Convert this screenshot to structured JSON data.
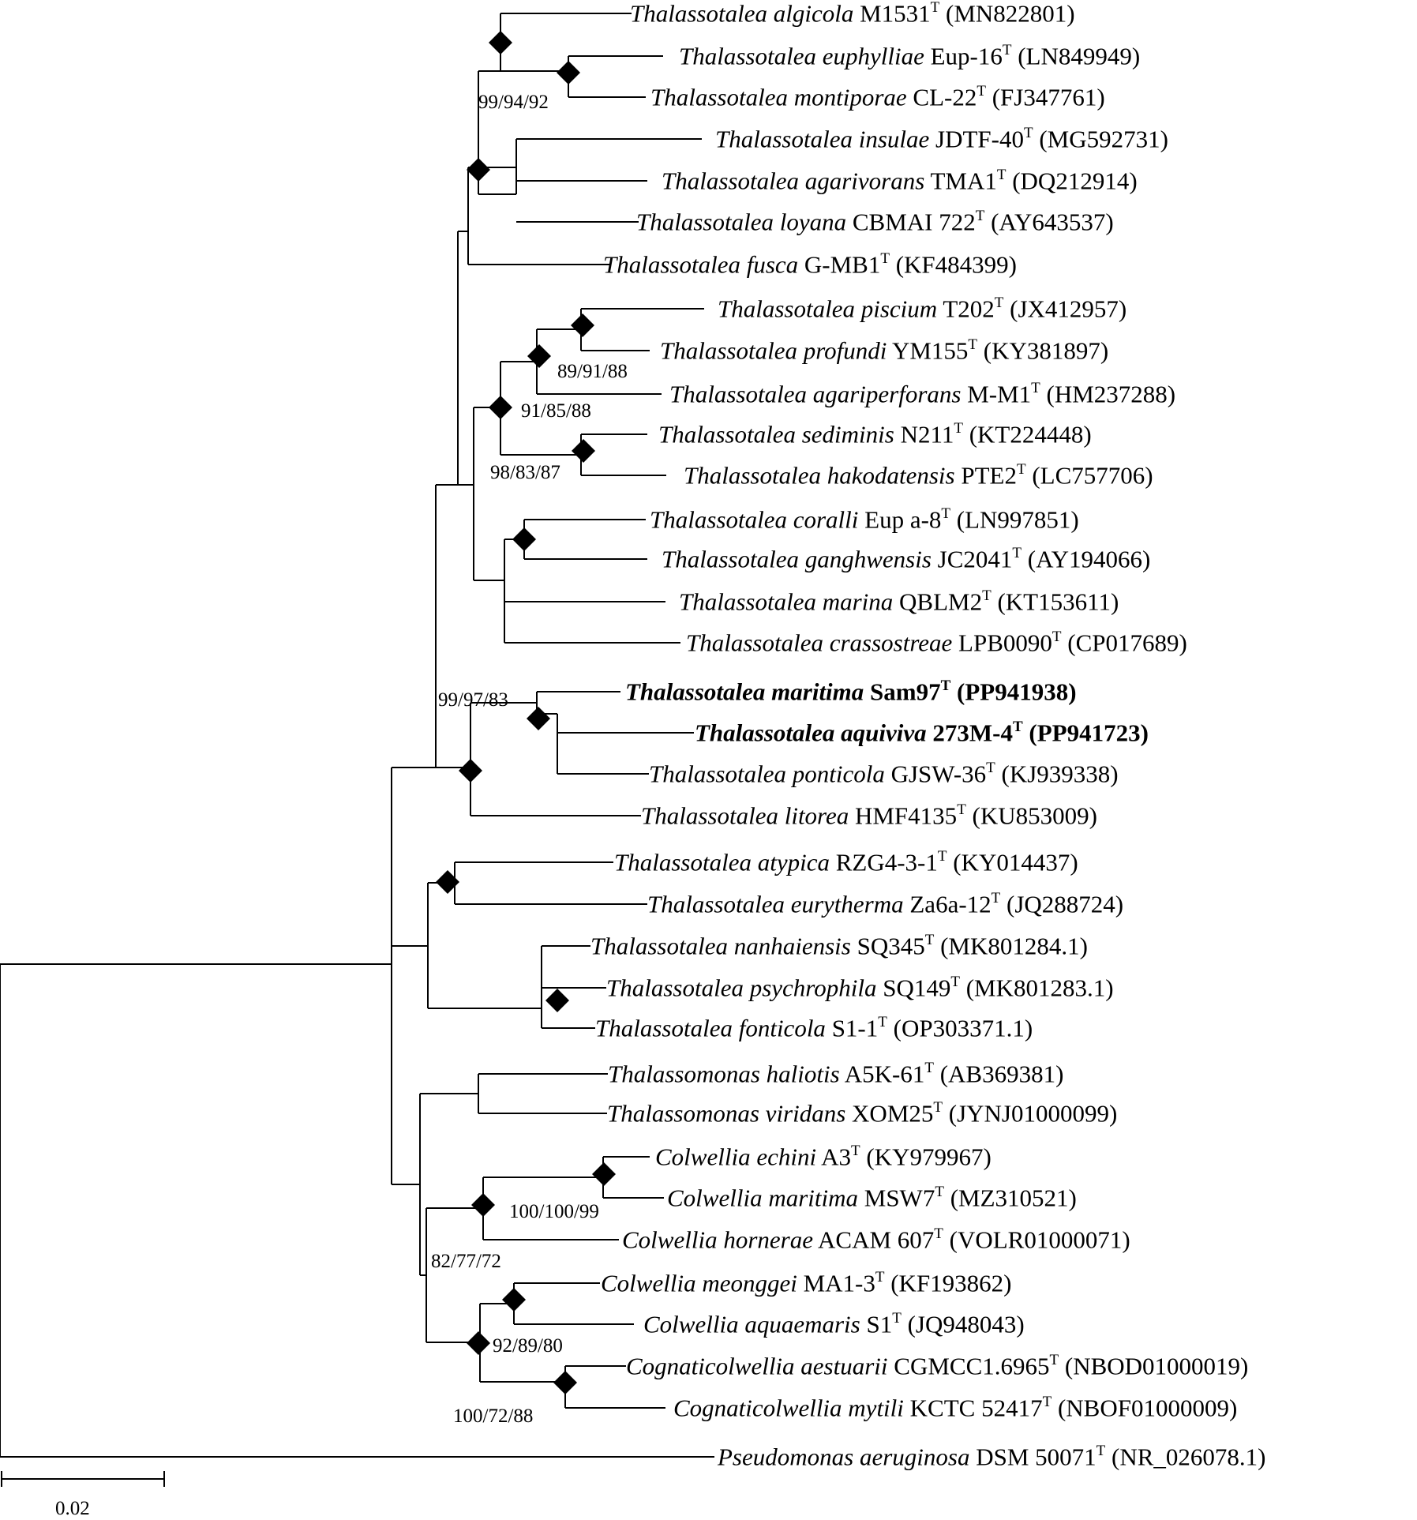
{
  "scale_label": "0.02",
  "leaves": [
    {
      "genus": "Thalassotalea",
      "species": "algicola",
      "strain": "M1531",
      "sup": "T",
      "acc": "(MN822801)"
    },
    {
      "genus": "Thalassotalea",
      "species": "euphylliae",
      "strain": "Eup-16",
      "sup": "T",
      "acc": "(LN849949)"
    },
    {
      "genus": "Thalassotalea",
      "species": "montiporae",
      "strain": "CL-22",
      "sup": "T",
      "acc": "(FJ347761)"
    },
    {
      "genus": "Thalassotalea",
      "species": "insulae",
      "strain": "JDTF-40",
      "sup": "T",
      "acc": "(MG592731)"
    },
    {
      "genus": "Thalassotalea",
      "species": "agarivorans",
      "strain": "TMA1",
      "sup": "T",
      "acc": "(DQ212914)"
    },
    {
      "genus": "Thalassotalea",
      "species": "loyana",
      "strain": "CBMAI 722",
      "sup": "T",
      "acc": "(AY643537)"
    },
    {
      "genus": "Thalassotalea",
      "species": "fusca",
      "strain": "G-MB1",
      "sup": "T",
      "acc": "(KF484399)"
    },
    {
      "genus": "Thalassotalea",
      "species": "piscium",
      "strain": "T202",
      "sup": "T",
      "acc": "(JX412957)"
    },
    {
      "genus": "Thalassotalea",
      "species": "profundi",
      "strain": "YM155",
      "sup": "T",
      "acc": "(KY381897)"
    },
    {
      "genus": "Thalassotalea",
      "species": "agariperforans",
      "strain": "M-M1",
      "sup": "T",
      "acc": "(HM237288)"
    },
    {
      "genus": "Thalassotalea",
      "species": "sediminis",
      "strain": "N211",
      "sup": "T",
      "acc": "(KT224448)"
    },
    {
      "genus": "Thalassotalea",
      "species": "hakodatensis",
      "strain": "PTE2",
      "sup": "T",
      "acc": "(LC757706)"
    },
    {
      "genus": "Thalassotalea",
      "species": "coralli",
      "strain": "Eup a-8",
      "sup": "T",
      "acc": "(LN997851)"
    },
    {
      "genus": "Thalassotalea",
      "species": "ganghwensis",
      "strain": "JC2041",
      "sup": "T",
      "acc": "(AY194066)"
    },
    {
      "genus": "Thalassotalea",
      "species": "marina",
      "strain": "QBLM2",
      "sup": "T",
      "acc": "(KT153611)"
    },
    {
      "genus": "Thalassotalea",
      "species": "crassostreae",
      "strain": "LPB0090",
      "sup": "T",
      "acc": "(CP017689)"
    },
    {
      "genus": "Thalassotalea",
      "species": "maritima",
      "strain": "Sam97",
      "sup": "T",
      "acc": "(PP941938)",
      "bold": true
    },
    {
      "genus": "Thalassotalea",
      "species": "aquiviva",
      "strain": "273M-4",
      "sup": "T",
      "acc": "(PP941723)",
      "bold": true
    },
    {
      "genus": "Thalassotalea",
      "species": "ponticola",
      "strain": "GJSW-36",
      "sup": "T",
      "acc": "(KJ939338)"
    },
    {
      "genus": "Thalassotalea",
      "species": "litorea",
      "strain": "HMF4135",
      "sup": "T",
      "acc": "(KU853009)"
    },
    {
      "genus": "Thalassotalea",
      "species": "atypica",
      "strain": "RZG4-3-1",
      "sup": "T",
      "acc": "(KY014437)"
    },
    {
      "genus": "Thalassotalea",
      "species": "eurytherma",
      "strain": "Za6a-12",
      "sup": "T",
      "acc": "(JQ288724)"
    },
    {
      "genus": "Thalassotalea",
      "species": "nanhaiensis",
      "strain": "SQ345",
      "sup": "T",
      "acc": "(MK801284.1)"
    },
    {
      "genus": "Thalassotalea",
      "species": "psychrophila",
      "strain": "SQ149",
      "sup": "T",
      "acc": "(MK801283.1)"
    },
    {
      "genus": "Thalassotalea",
      "species": "fonticola",
      "strain": "S1-1",
      "sup": "T",
      "acc": "(OP303371.1)"
    },
    {
      "genus": "Thalassomonas",
      "species": "haliotis",
      "strain": "A5K-61",
      "sup": "T",
      "acc": "(AB369381)"
    },
    {
      "genus": "Thalassomonas",
      "species": "viridans",
      "strain": "XOM25",
      "sup": "T",
      "acc": "(JYNJ01000099)"
    },
    {
      "genus": "Colwellia",
      "species": "echini",
      "strain": "A3",
      "sup": "T",
      "acc": "(KY979967)"
    },
    {
      "genus": "Colwellia",
      "species": "maritima",
      "strain": "MSW7",
      "sup": "T",
      "acc": "(MZ310521)"
    },
    {
      "genus": "Colwellia",
      "species": "hornerae",
      "strain": "ACAM 607",
      "sup": "T",
      "acc": "(VOLR01000071)"
    },
    {
      "genus": "Colwellia",
      "species": "meonggei",
      "strain": "MA1-3",
      "sup": "T",
      "acc": "(KF193862)"
    },
    {
      "genus": "Colwellia",
      "species": "aquaemaris",
      "strain": "S1",
      "sup": "T",
      "acc": "(JQ948043)"
    },
    {
      "genus": "Cognaticolwellia",
      "species": "aestuarii",
      "strain": "CGMCC1.6965",
      "sup": "T",
      "acc": "(NBOD01000019)"
    },
    {
      "genus": "Cognaticolwellia",
      "species": "mytili",
      "strain": "KCTC 52417",
      "sup": "T",
      "acc": "(NBOF01000009)"
    },
    {
      "genus": "Pseudomonas",
      "species": "aeruginosa",
      "strain": "DSM 50071",
      "sup": "T",
      "acc": "(NR_026078.1)"
    }
  ],
  "bootstrap_labels": [
    "99/94/92",
    "89/91/88",
    "91/85/88",
    "98/83/87",
    "99/97/83",
    "100/100/99",
    "82/77/72",
    "92/89/80",
    "100/72/88"
  ]
}
